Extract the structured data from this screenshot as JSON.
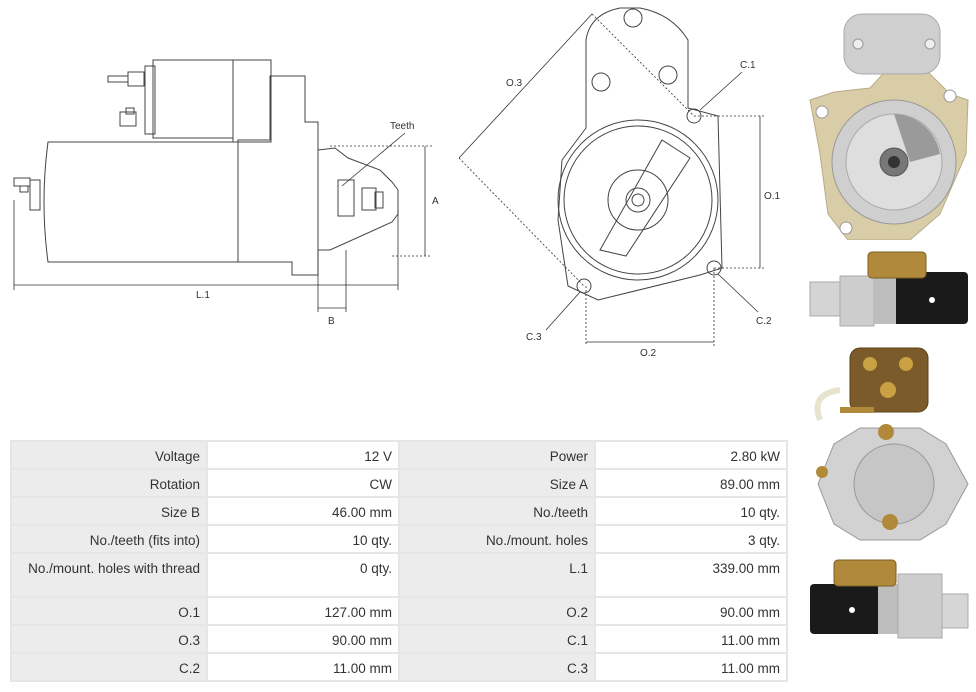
{
  "drawing": {
    "labels": {
      "teeth": "Teeth",
      "a": "A",
      "l1": "L.1",
      "b": "B",
      "o3": "O.3",
      "c1": "C.1",
      "o1": "O.1",
      "c2": "C.2",
      "c3": "C.3",
      "o2": "O.2"
    },
    "line_color": "#444444",
    "dim_color": "#333333"
  },
  "photos": [
    {
      "icon": "starter-front-photo-icon"
    },
    {
      "icon": "starter-side-photo-icon"
    },
    {
      "icon": "starter-rear-photo-icon"
    },
    {
      "icon": "starter-side-reverse-photo-icon"
    }
  ],
  "specs": [
    {
      "k1": "Voltage",
      "v1": "12 V",
      "k2": "Power",
      "v2": "2.80 kW"
    },
    {
      "k1": "Rotation",
      "v1": "CW",
      "k2": "Size A",
      "v2": "89.00 mm"
    },
    {
      "k1": "Size B",
      "v1": "46.00 mm",
      "k2": "No./teeth",
      "v2": "10 qty."
    },
    {
      "k1": "No./teeth (fits into)",
      "v1": "10 qty.",
      "k2": "No./mount. holes",
      "v2": "3 qty."
    },
    {
      "k1": "No./mount. holes with thread",
      "v1": "0 qty.",
      "k2": "L.1",
      "v2": "339.00 mm"
    },
    {
      "k1": "O.1",
      "v1": "127.00 mm",
      "k2": "O.2",
      "v2": "90.00 mm"
    },
    {
      "k1": "O.3",
      "v1": "90.00 mm",
      "k2": "C.1",
      "v2": "11.00 mm"
    },
    {
      "k1": "C.2",
      "v1": "11.00 mm",
      "k2": "C.3",
      "v2": "11.00 mm"
    }
  ],
  "colors": {
    "key_bg": "#ececec",
    "border": "#e6e6e6",
    "metal": "#c8c8c8",
    "motor_black": "#1a1a1a",
    "solenoid_gold": "#b08a3a"
  }
}
